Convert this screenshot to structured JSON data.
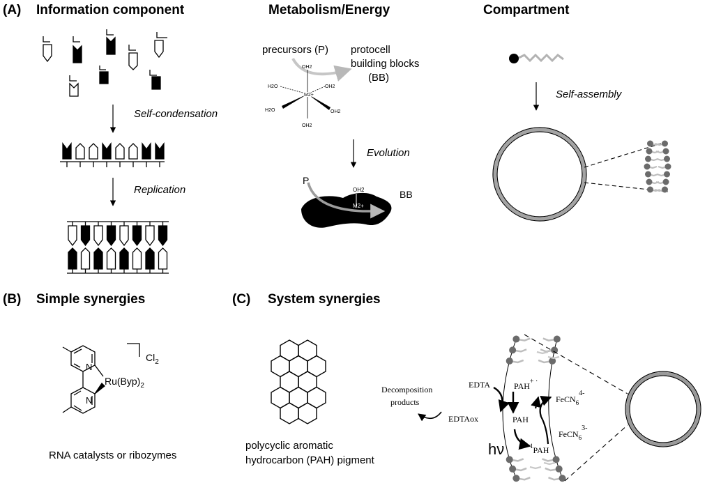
{
  "panel_a": {
    "label": "(A)",
    "info_title": "Information component",
    "metab_title": "Metabolism/Energy",
    "comp_title": "Compartment",
    "self_condensation": "Self-condensation",
    "replication": "Replication",
    "precursors": "precursors (P)",
    "protocell_line1": "protocell",
    "protocell_line2": "building blocks",
    "protocell_line3": "(BB)",
    "evolution": "Evolution",
    "p_label": "P",
    "bb_label": "BB",
    "self_assembly": "Self-assembly",
    "complex_ligands": {
      "oh2_top": "OH2",
      "h2o_ul": "H2O",
      "h2o_ll": "H2O",
      "oh2_ur": "OH2",
      "oh2_lr": "OH2",
      "oh2_bottom": "OH2",
      "metal": "M2+"
    },
    "enzyme_ligands": {
      "oh2": "OH2",
      "metal": "M2+"
    }
  },
  "panel_b": {
    "label": "(B)",
    "title": "Simple synergies",
    "cl": "Cl",
    "cl_sub": "2",
    "ru": "Ru(Byp)",
    "ru_sub": "2",
    "n1": "N",
    "n2": "N",
    "caption": "RNA catalysts or ribozymes"
  },
  "panel_c": {
    "label": "(C)",
    "title": "System synergies",
    "pah_caption_line1": "polycyclic aromatic",
    "pah_caption_line2": "hydrocarbon (PAH) pigment",
    "decomp_line1": "Decomposition",
    "decomp_line2": "products",
    "edta": "EDTA",
    "edtaox": "EDTAox",
    "pah_radical": "PAH",
    "pah_radical_sup": "+ ·",
    "pah": "PAH",
    "pah_excited_sup": "1",
    "pah_excited": "PAH",
    "hv": "hν",
    "fecn_ox": "FeCN",
    "fecn_ox_sub": "6",
    "fecn_ox_sup": "4-",
    "fecn_red": "FeCN",
    "fecn_red_sub": "6",
    "fecn_red_sup": "3-"
  }
}
